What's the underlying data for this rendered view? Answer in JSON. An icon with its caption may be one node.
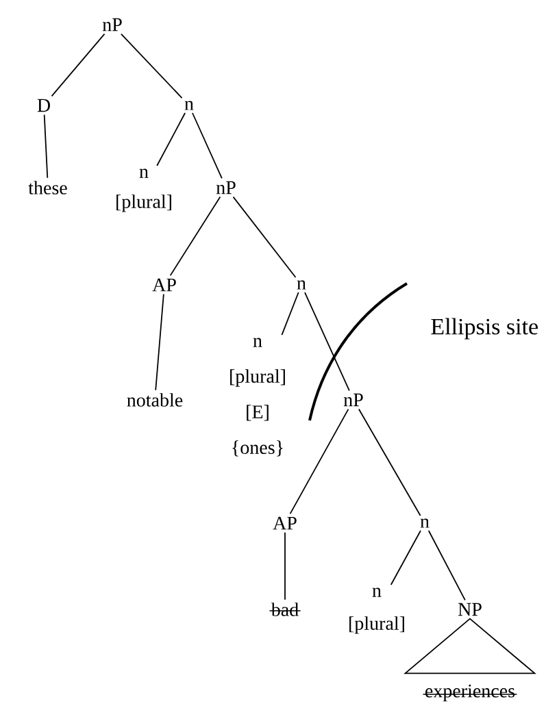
{
  "diagram": {
    "nodes": [
      {
        "text": [
          "nP"
        ]
      },
      {
        "text": [
          "D"
        ]
      },
      {
        "text": [
          "n"
        ]
      },
      {
        "text": [
          "these"
        ]
      },
      {
        "text": [
          "n [plural]"
        ]
      },
      {
        "text": [
          "nP"
        ]
      },
      {
        "text": [
          "AP"
        ]
      },
      {
        "text": [
          "n"
        ]
      },
      {
        "text": [
          "notable"
        ]
      },
      {
        "text": [
          "n [plural] [E] {ones}"
        ]
      },
      {
        "text": [
          "nP"
        ]
      },
      {
        "text": [
          "AP"
        ]
      },
      {
        "text": [
          "n"
        ]
      },
      {
        "text": [
          "bad"
        ]
      },
      {
        "text": [
          "n [plural]"
        ]
      },
      {
        "text": [
          "NP"
        ]
      },
      {
        "text": [
          "experiences"
        ]
      }
    ],
    "edges": [
      {
        "from": 0,
        "to": 1,
        "arrow": "none"
      },
      {
        "from": 0,
        "to": 2,
        "arrow": "none"
      },
      {
        "from": 1,
        "to": 3,
        "arrow": "none"
      },
      {
        "from": 2,
        "to": 4,
        "arrow": "none"
      },
      {
        "from": 2,
        "to": 5,
        "arrow": "none"
      },
      {
        "from": 5,
        "to": 6,
        "arrow": "none"
      },
      {
        "from": 5,
        "to": 7,
        "arrow": "none"
      },
      {
        "from": 6,
        "to": 8,
        "arrow": "none"
      },
      {
        "from": 7,
        "to": 9,
        "arrow": "none"
      },
      {
        "from": 7,
        "to": 10,
        "arrow": "none"
      },
      {
        "from": 10,
        "to": 11,
        "arrow": "none"
      },
      {
        "from": 10,
        "to": 12,
        "arrow": "none"
      },
      {
        "from": 11,
        "to": 13,
        "arrow": "none"
      },
      {
        "from": 12,
        "to": 14,
        "arrow": "none"
      },
      {
        "from": 12,
        "to": 15,
        "arrow": "none"
      },
      {
        "from": 15,
        "to": 16,
        "arrow": "none"
      }
    ],
    "labels": [
      "Ellipsis site"
    ]
  }
}
